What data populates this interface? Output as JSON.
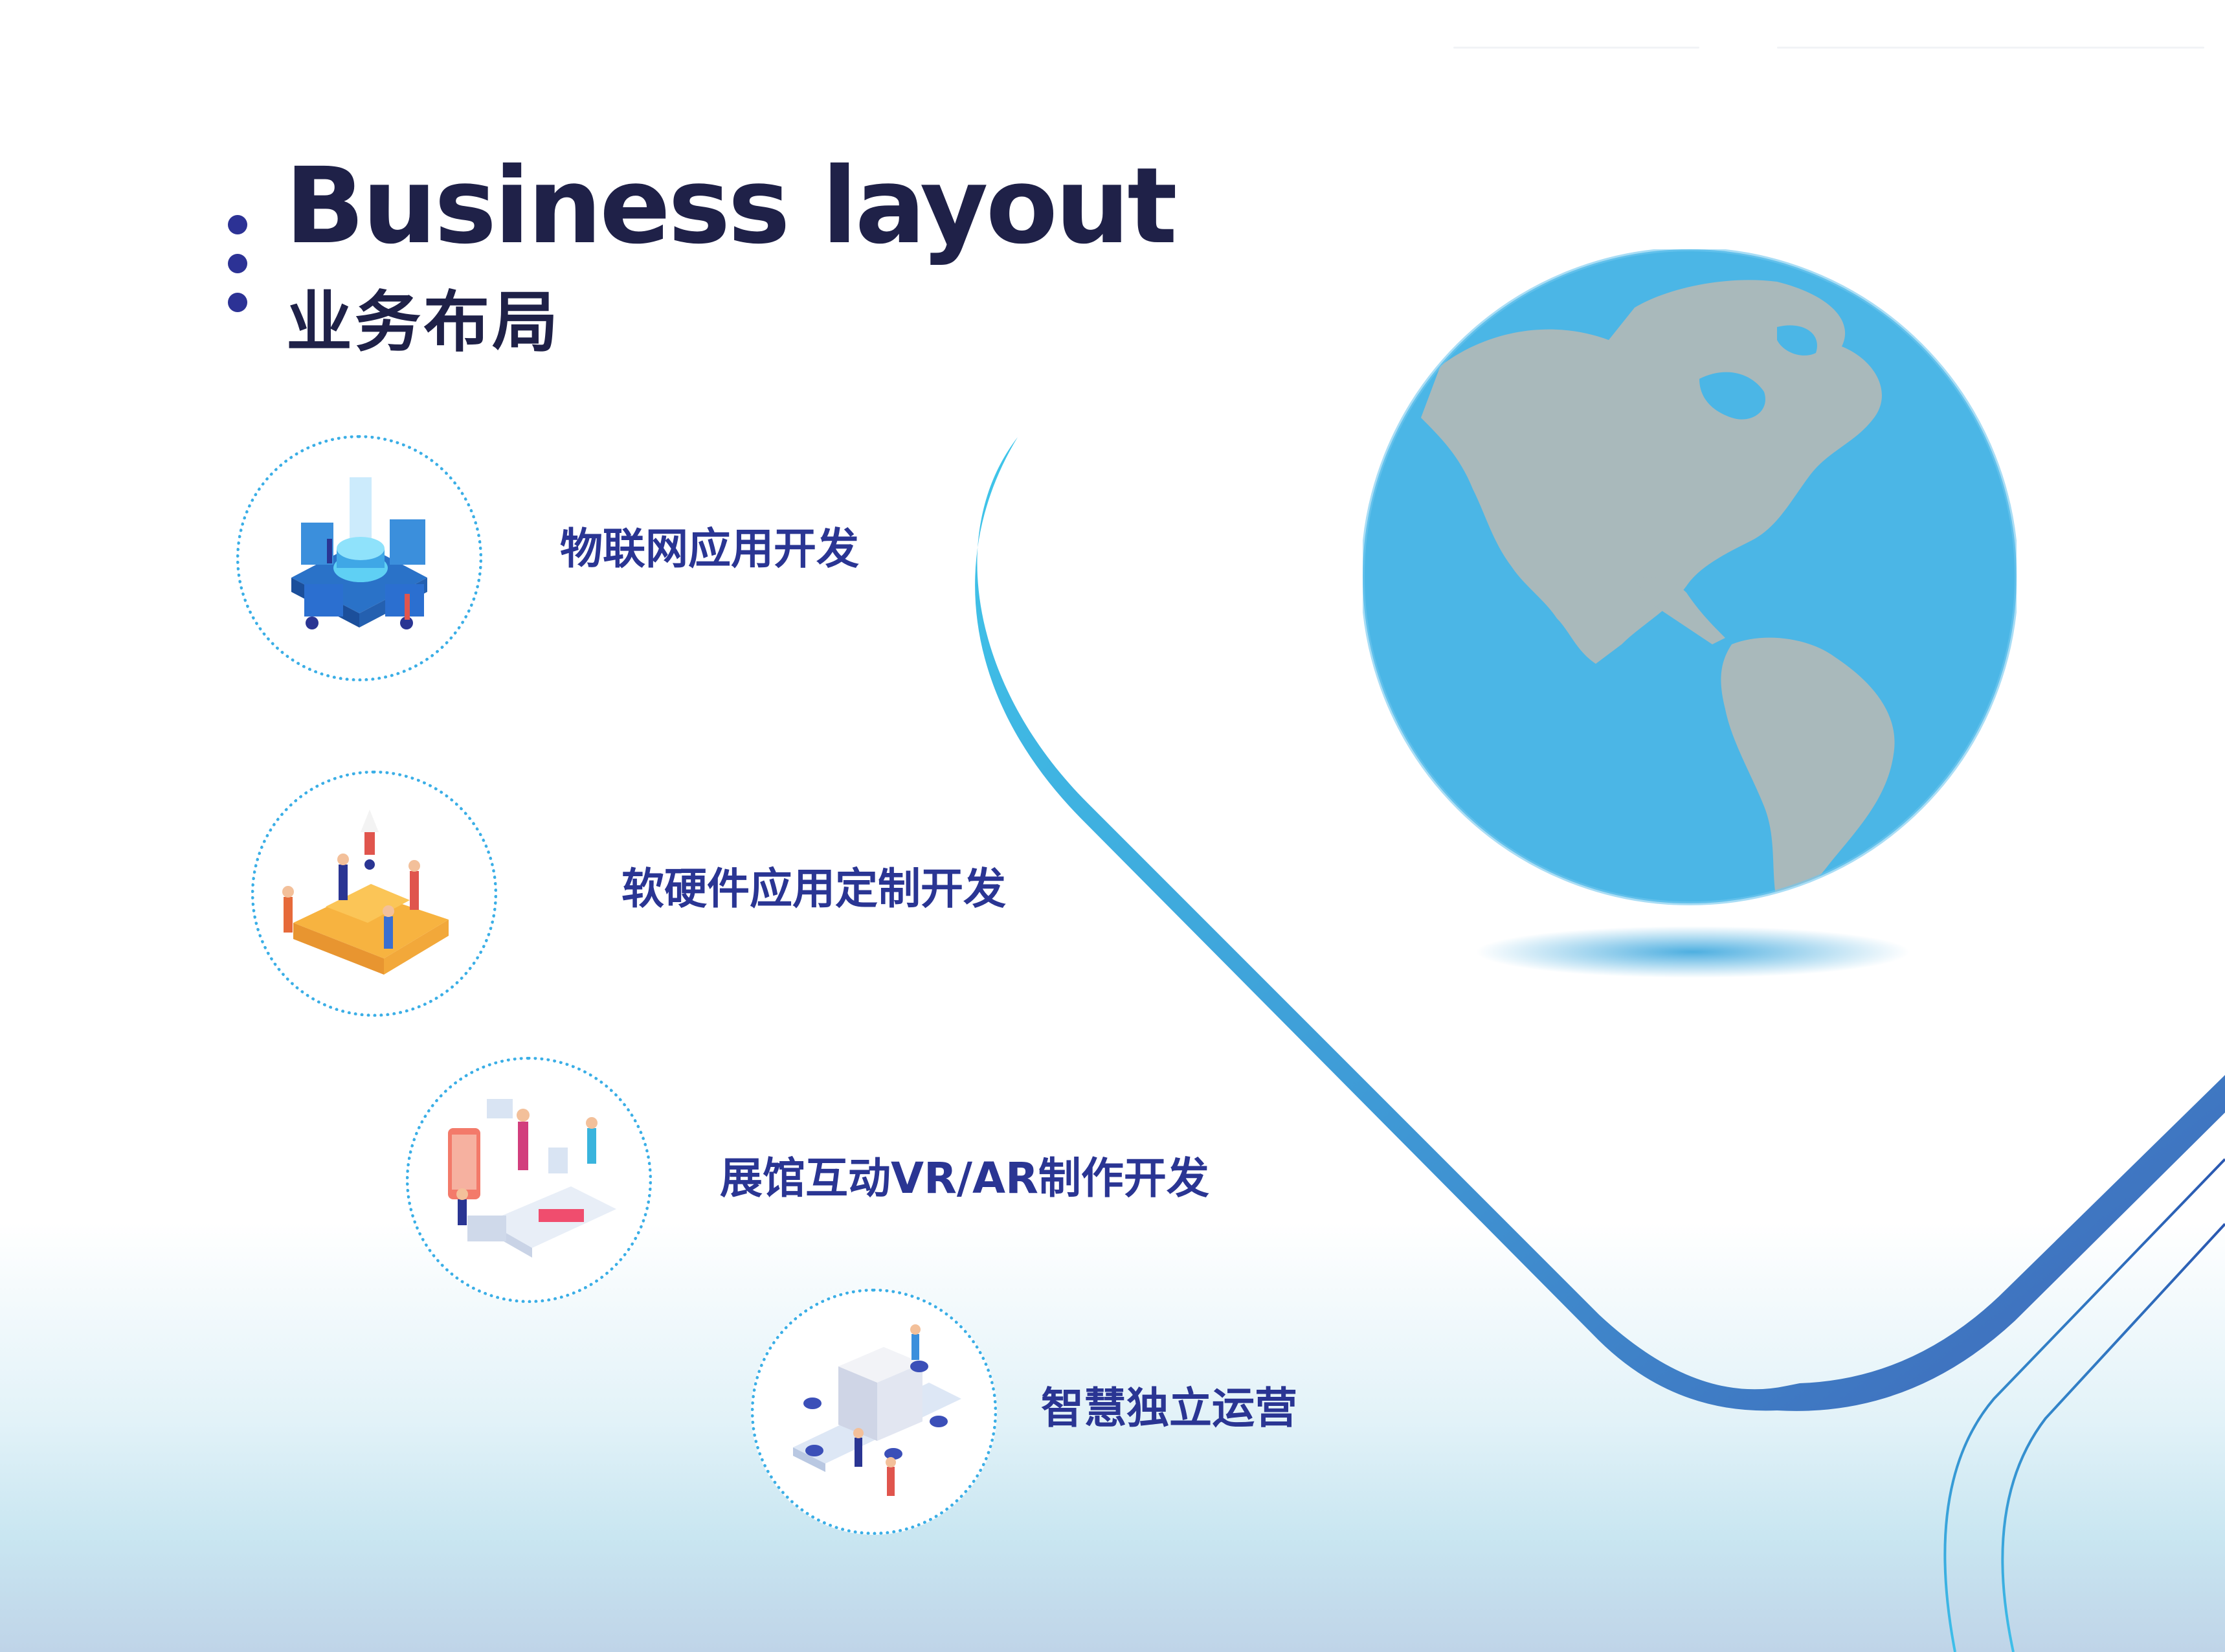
{
  "header": {
    "title_en": "Business layout",
    "title_cn": "业务布局"
  },
  "items": [
    {
      "label": "物联网应用开发",
      "icon": "iot-platform-icon"
    },
    {
      "label": "软硬件应用定制开发",
      "icon": "team-puzzle-icon"
    },
    {
      "label": "展馆互动VR/AR制作开发",
      "icon": "vr-exhibit-icon"
    },
    {
      "label": "智慧独立运营",
      "icon": "smart-cube-icon"
    }
  ],
  "colors": {
    "title": "#1f2148",
    "label": "#2a3593",
    "dot": "#2c3295",
    "circle_border": "#3aaee6",
    "ocean": "#4bb6e6",
    "land": "#a9b9bb",
    "curve_start": "#3fbde8",
    "curve_end": "#3f6bbd"
  }
}
